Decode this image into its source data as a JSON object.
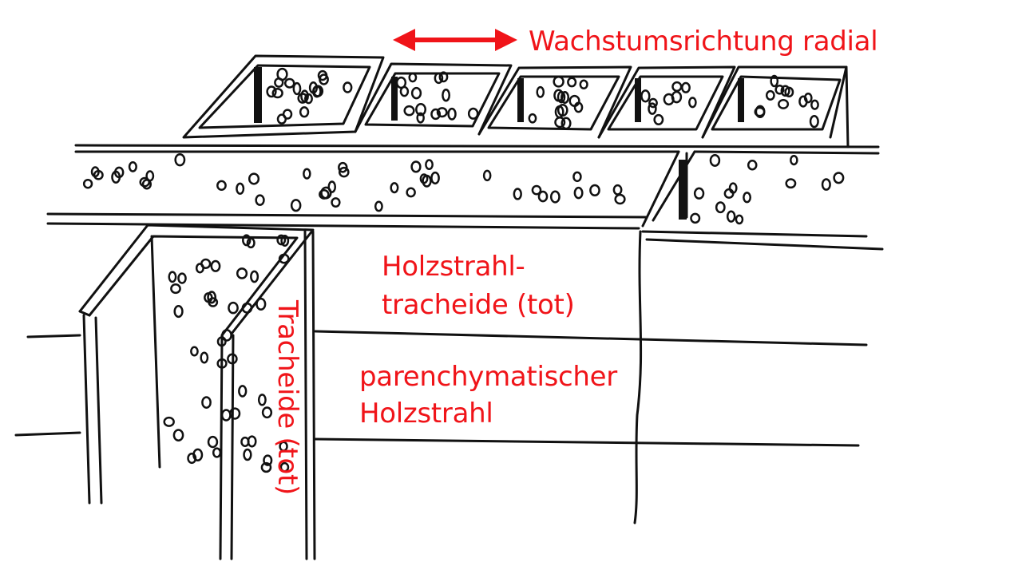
{
  "labels": {
    "growth_direction": "Wachstumsrichtung radial",
    "ray_tracheid_line1": "Holzstrahl-",
    "ray_tracheid_line2": "tracheide (tot)",
    "parenchyma_ray_line1": "parenchymatischer",
    "parenchyma_ray_line2": "Holzstrahl",
    "tracheid": "Tracheide (tot)"
  },
  "colors": {
    "label": "#f01419",
    "ink": "#111111"
  }
}
